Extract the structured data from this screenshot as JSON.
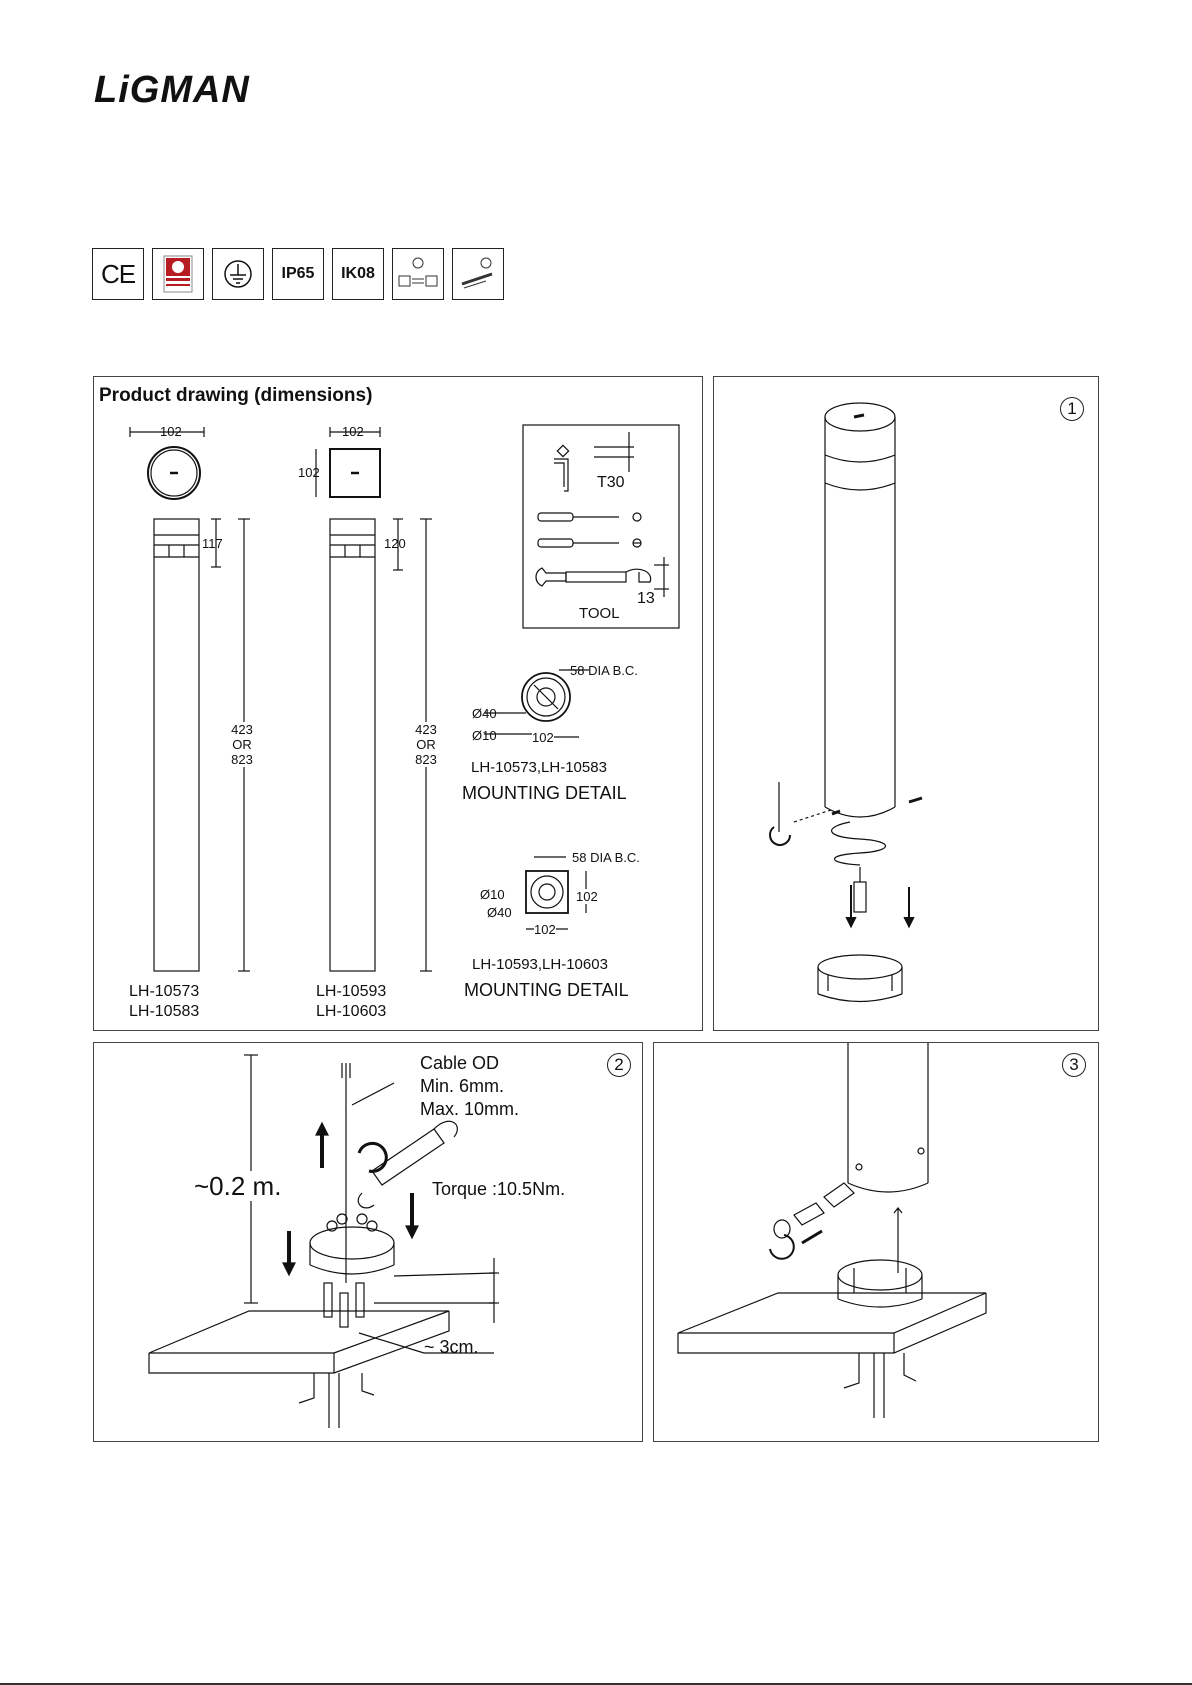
{
  "brand": "LiGMAN",
  "certifications": [
    {
      "icon": "ce-mark-icon",
      "label": "CE"
    },
    {
      "icon": "quality-label-icon",
      "label": ""
    },
    {
      "icon": "protective-earth-icon",
      "label": ""
    },
    {
      "icon": "ip-rating-icon",
      "label": "IP65"
    },
    {
      "icon": "ik-rating-icon",
      "label": "IK08"
    },
    {
      "icon": "installation-icon-1",
      "label": ""
    },
    {
      "icon": "installation-icon-2",
      "label": ""
    }
  ],
  "drawing": {
    "title": "Product drawing (dimensions)",
    "round": {
      "width": "102",
      "head": "117",
      "height": [
        "423",
        "OR",
        "823"
      ],
      "models": [
        "LH-10573",
        "LH-10583"
      ]
    },
    "square": {
      "width": "102",
      "depth": "102",
      "head": "120",
      "height": [
        "423",
        "OR",
        "823"
      ],
      "models": [
        "LH-10593",
        "LH-10603"
      ]
    },
    "tools": {
      "hex_key": "T30",
      "wrench": "13",
      "label": "TOOL"
    },
    "mount_round": {
      "bolt_circle": "58 DIA B.C.",
      "d_large": "Ø40",
      "d_small": "Ø10",
      "width": "102",
      "models": "LH-10573,LH-10583",
      "label": "MOUNTING DETAIL"
    },
    "mount_square": {
      "bolt_circle": "58 DIA B.C.",
      "d_small": "Ø10",
      "d_large": "Ø40",
      "width": "102",
      "depth": "102",
      "models": "LH-10593,LH-10603",
      "label": "MOUNTING DETAIL"
    }
  },
  "steps": {
    "one": "1",
    "two": {
      "number": "2",
      "cable_title": "Cable OD",
      "cable_min": "Min. 6mm.",
      "cable_max": "Max. 10mm.",
      "height": "~0.2 m.",
      "torque": "Torque :10.5Nm.",
      "depth": "~ 3cm."
    },
    "three": "3"
  }
}
